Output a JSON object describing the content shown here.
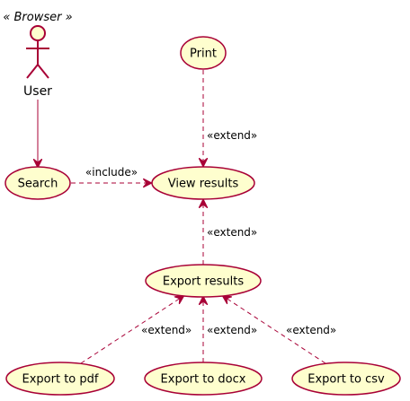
{
  "colors": {
    "usecase_fill": "#FEFECE",
    "usecase_border": "#A80036",
    "edge": "#A80036",
    "text": "#000000"
  },
  "actor": {
    "stereotype": "« Browser »",
    "name": "User"
  },
  "usecases": {
    "print": "Print",
    "search": "Search",
    "view_results": "View results",
    "export_results": "Export results",
    "export_pdf": "Export to pdf",
    "export_docx": "Export to docx",
    "export_csv": "Export to csv"
  },
  "relations": {
    "search_view": "«include»",
    "print_view": "«extend»",
    "export_view": "«extend»",
    "pdf_export": "«extend»",
    "docx_export": "«extend»",
    "csv_export": "«extend»"
  }
}
